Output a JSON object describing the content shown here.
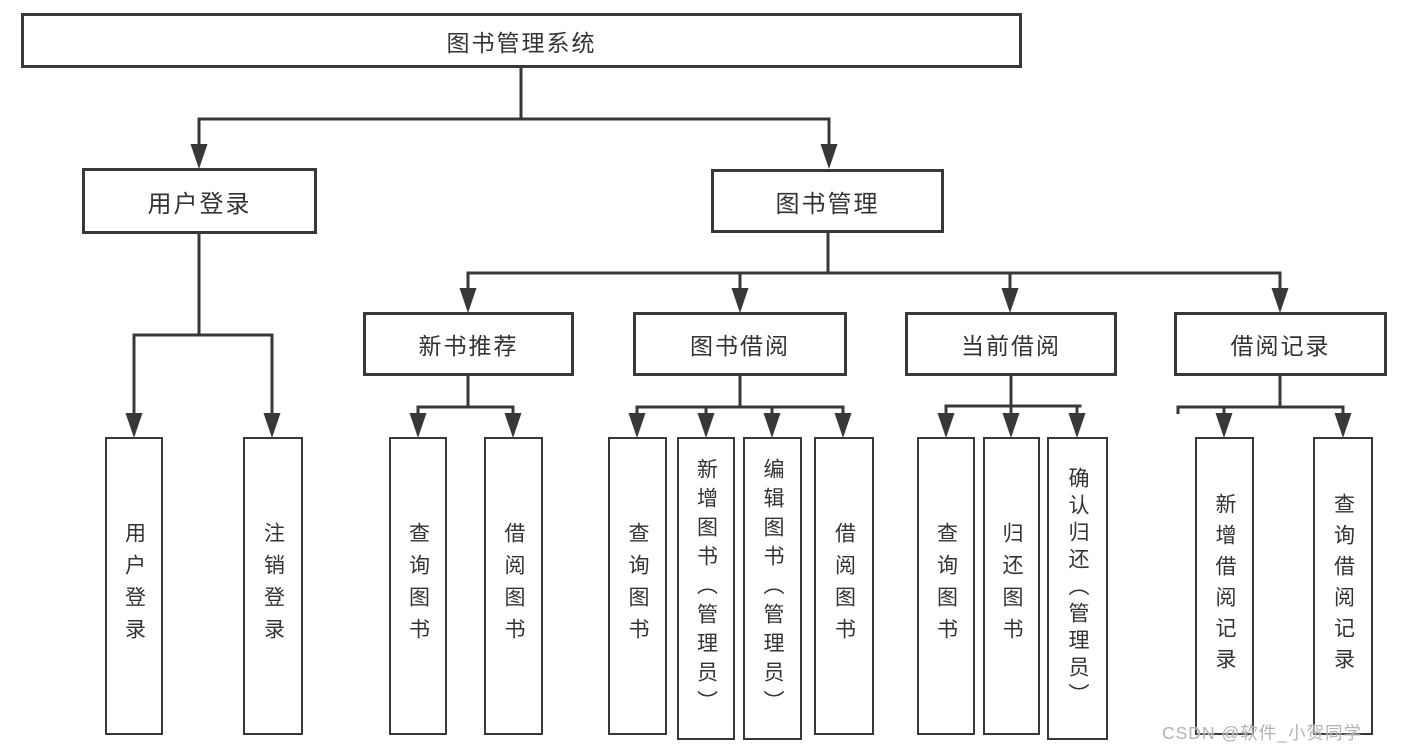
{
  "colors": {
    "line": "#383838",
    "text": "#333333",
    "watermark": "#b3b3b3",
    "bg": "#ffffff"
  },
  "tree": {
    "root": {
      "label": "图书管理系统",
      "children": [
        {
          "label": "用户登录",
          "children": [
            {
              "label": "用户登录"
            },
            {
              "label": "注销登录"
            }
          ]
        },
        {
          "label": "图书管理",
          "children": [
            {
              "label": "新书推荐",
              "children": [
                {
                  "label": "查询图书"
                },
                {
                  "label": "借阅图书"
                }
              ]
            },
            {
              "label": "图书借阅",
              "children": [
                {
                  "label": "查询图书"
                },
                {
                  "label": "新增图书（管理员）"
                },
                {
                  "label": "编辑图书（管理员）"
                },
                {
                  "label": "借阅图书"
                }
              ]
            },
            {
              "label": "当前借阅",
              "children": [
                {
                  "label": "查询图书"
                },
                {
                  "label": "归还图书"
                },
                {
                  "label": "确认归还（管理员）"
                }
              ]
            },
            {
              "label": "借阅记录",
              "children": [
                {
                  "label": "新增借阅记录"
                },
                {
                  "label": "查询借阅记录"
                }
              ]
            }
          ]
        }
      ]
    }
  },
  "watermark": {
    "text": "CSDN @软件_小贺同学"
  }
}
